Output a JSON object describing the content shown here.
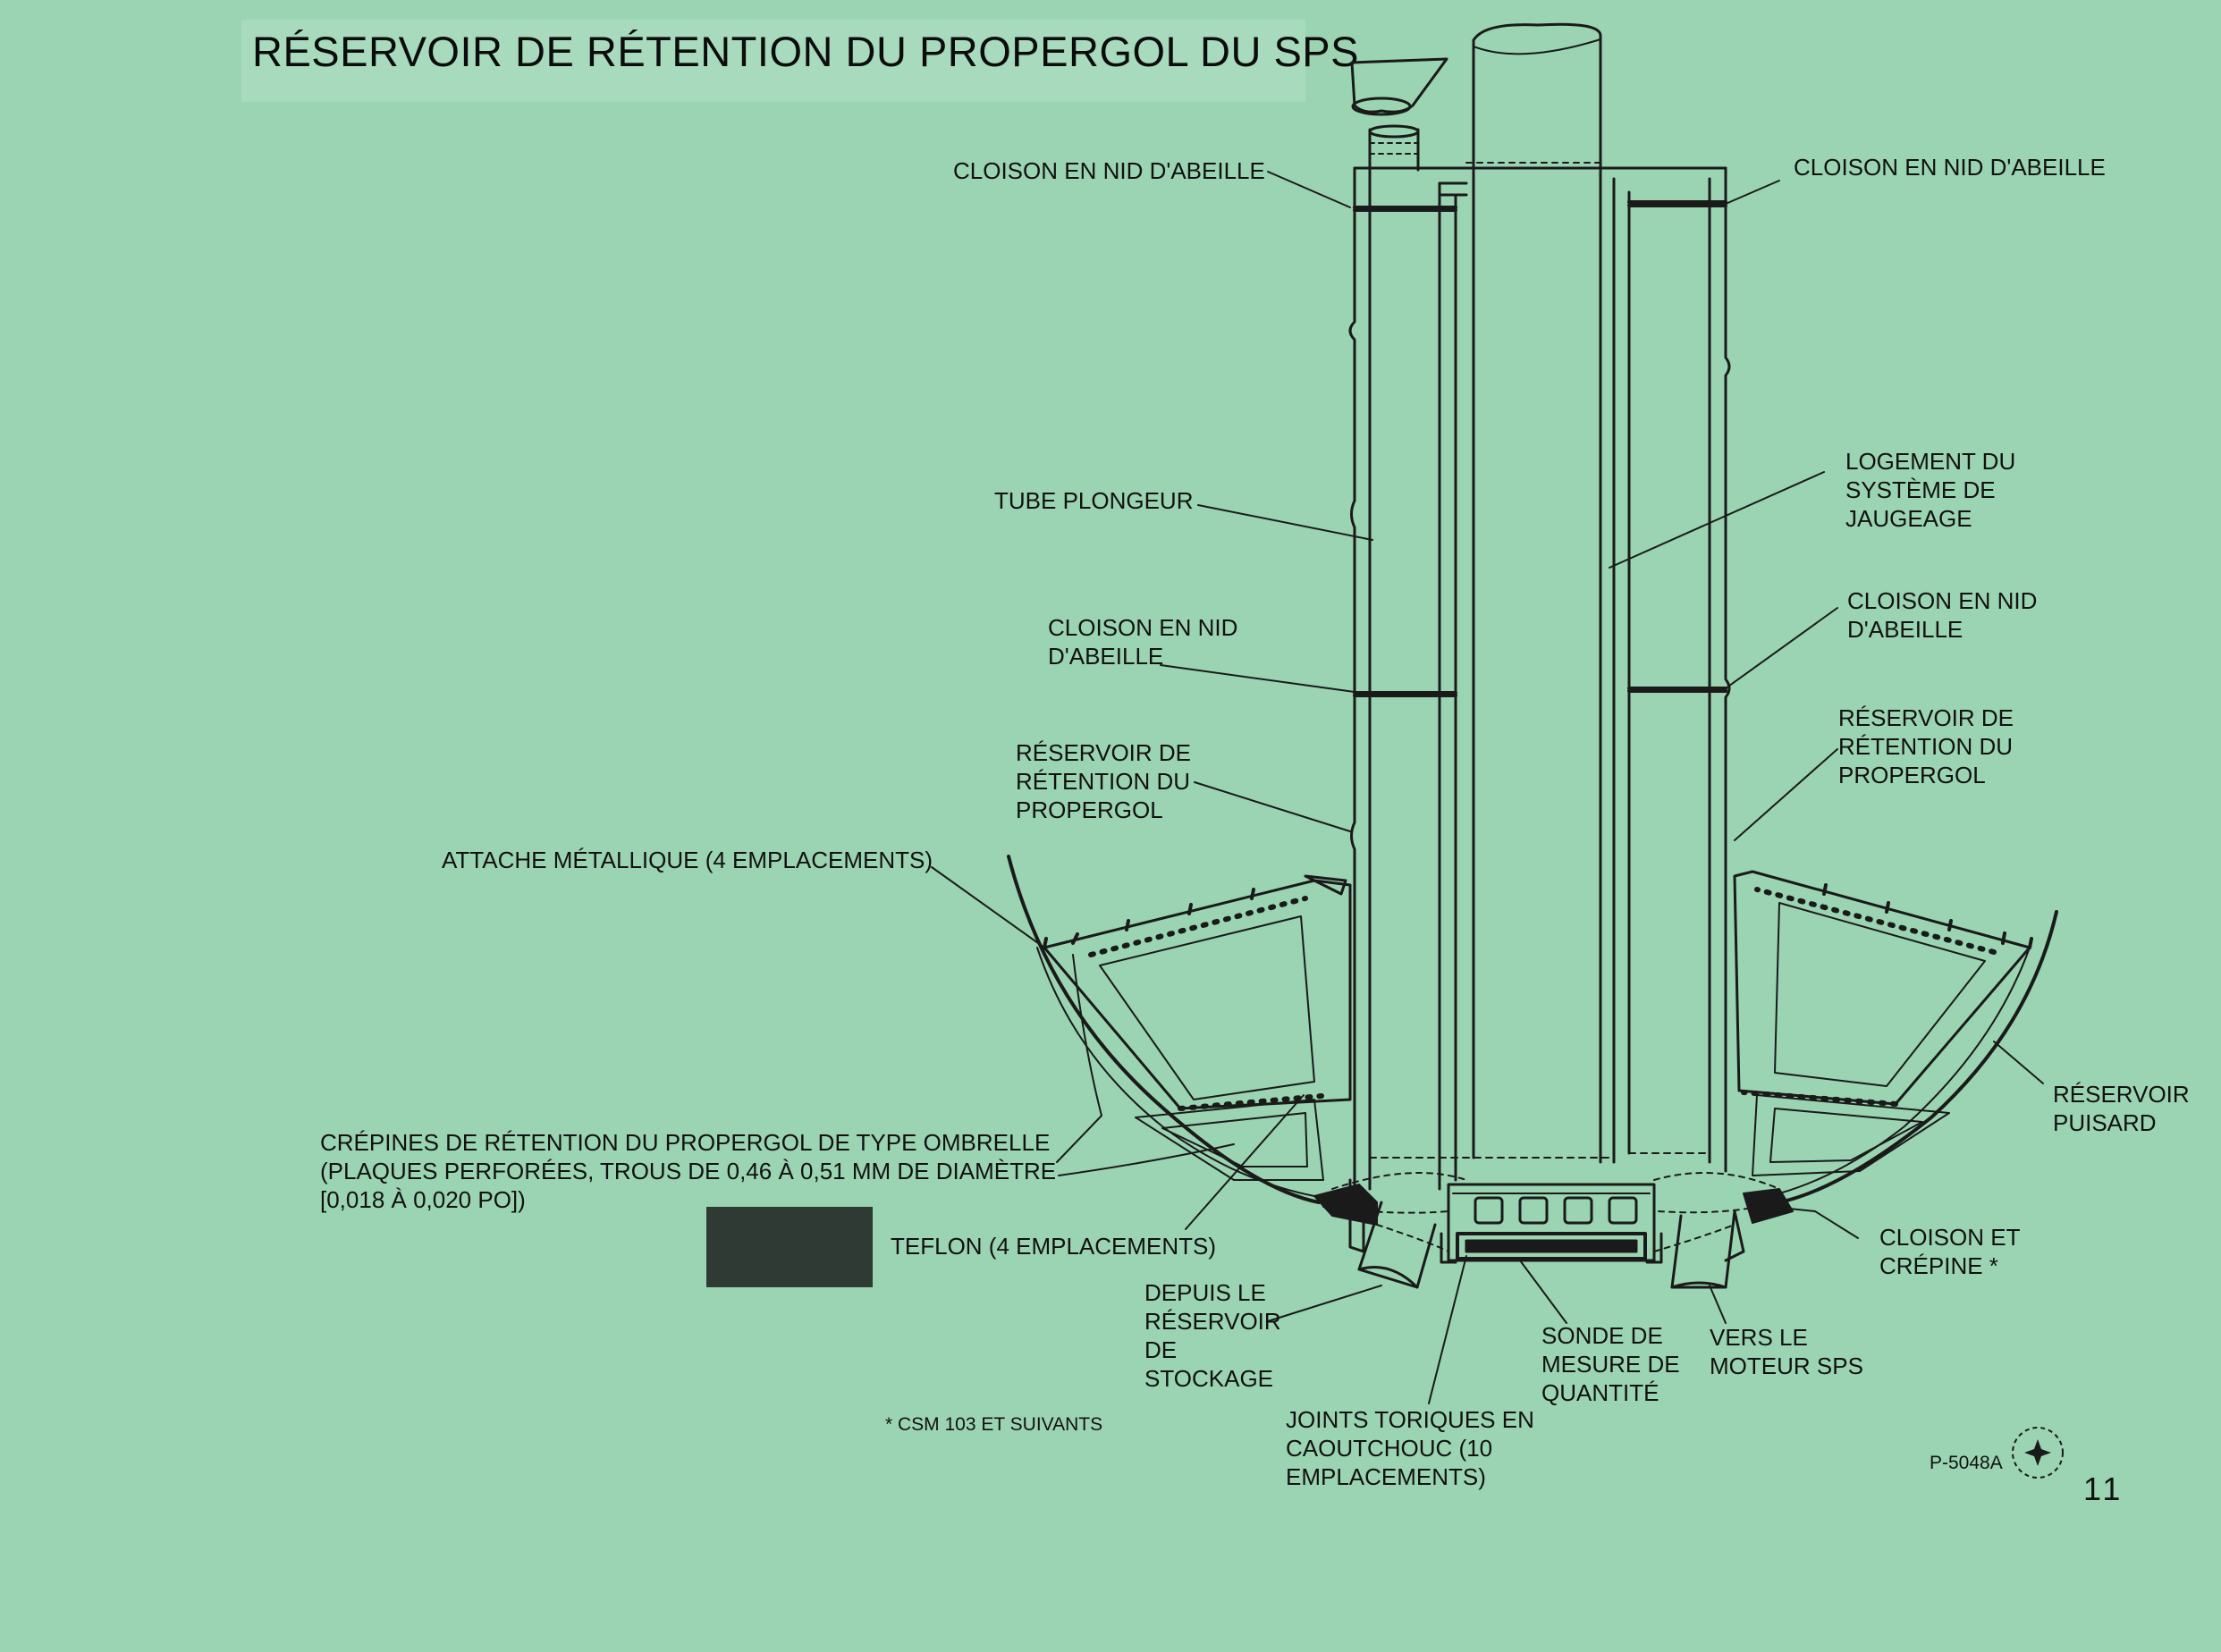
{
  "title": "RÉSERVOIR DE RÉTENTION DU PROPERGOL DU SPS",
  "labels": {
    "cloison_top_left": "CLOISON EN NID D'ABEILLE",
    "cloison_top_right": "CLOISON EN NID D'ABEILLE",
    "tube_plongeur": "TUBE PLONGEUR",
    "logement": [
      "LOGEMENT DU",
      "SYSTÈME DE",
      "JAUGEAGE"
    ],
    "cloison_mid_left": [
      "CLOISON EN NID",
      "D'ABEILLE"
    ],
    "cloison_mid_right": [
      "CLOISON EN NID",
      "D'ABEILLE"
    ],
    "reservoir_left": [
      "RÉSERVOIR DE",
      "RÉTENTION DU",
      "PROPERGOL"
    ],
    "reservoir_right": [
      "RÉSERVOIR DE",
      "RÉTENTION DU",
      "PROPERGOL"
    ],
    "attache": "ATTACHE MÉTALLIQUE (4 EMPLACEMENTS)",
    "crepines": [
      "CRÉPINES DE RÉTENTION DU PROPERGOL DE TYPE OMBRELLE",
      "(PLAQUES PERFORÉES, TROUS DE 0,46 À 0,51 MM DE DIAMÈTRE",
      "[0,018 À 0,020 PO])"
    ],
    "teflon": "TEFLON (4 EMPLACEMENTS)",
    "reservoir_puisard": [
      "RÉSERVOIR",
      "PUISARD"
    ],
    "cloison_crepine": [
      "CLOISON ET",
      "CRÉPINE *"
    ],
    "depuis": [
      "DEPUIS LE",
      "RÉSERVOIR",
      "DE",
      "STOCKAGE"
    ],
    "sonde": [
      "SONDE DE",
      "MESURE DE",
      "QUANTITÉ"
    ],
    "vers": [
      "VERS LE",
      "MOTEUR SPS"
    ],
    "joints": [
      "JOINTS TORIQUES EN",
      "CAOUTCHOUC (10",
      "EMPLACEMENTS)"
    ]
  },
  "footnote": "* CSM 103 ET SUIVANTS",
  "part_number": "P-5048A",
  "page_number": "11",
  "colors": {
    "background": "#9bd4b2",
    "line": "#1a1a1a"
  }
}
